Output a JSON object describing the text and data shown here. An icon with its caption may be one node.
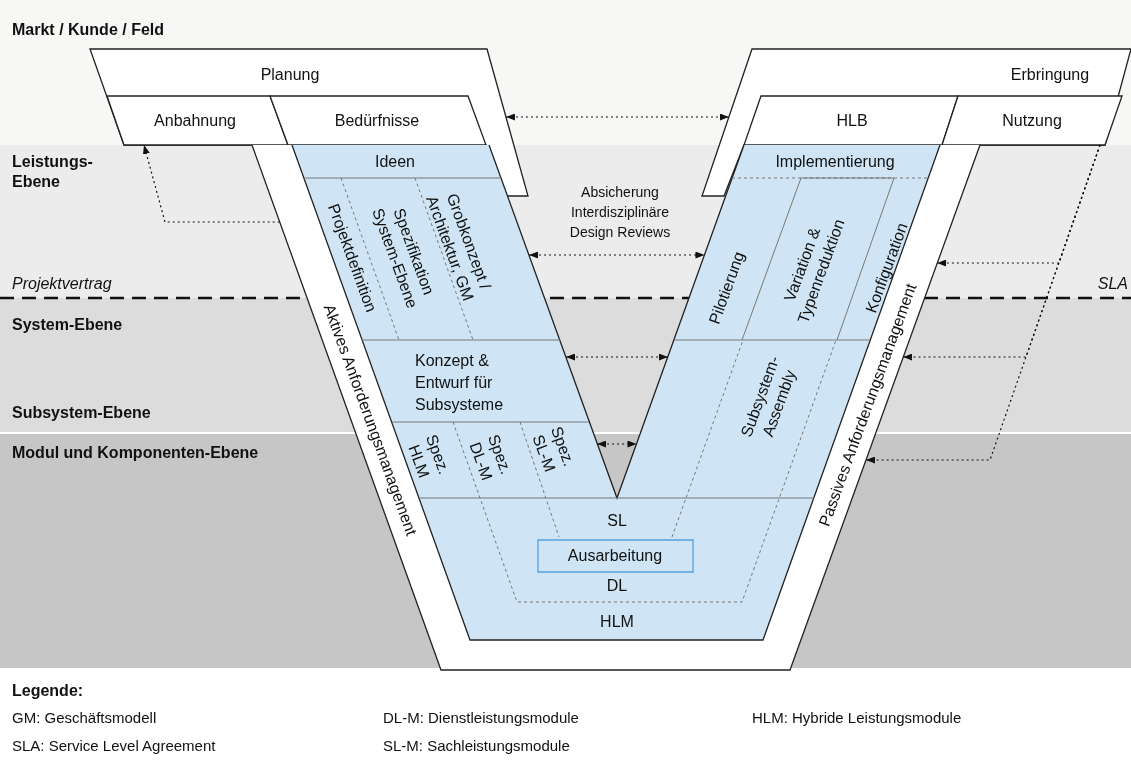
{
  "diagram": {
    "nodes": [
      {
        "text": [
          "Planung"
        ]
      },
      {
        "text": [
          "Anbahnung"
        ],
        "in": 0
      },
      {
        "text": [
          "Bedürfnisse"
        ],
        "in": 0
      },
      {
        "text": [
          "Erbringung"
        ]
      },
      {
        "text": [
          "HLB"
        ],
        "in": 3
      },
      {
        "text": [
          "Nutzung"
        ],
        "in": 3
      },
      {
        "text": [
          "Ideen"
        ]
      },
      {
        "text": [
          "Projektdefinition"
        ]
      },
      {
        "text": [
          "Spezifikation System-Ebene"
        ]
      },
      {
        "text": [
          "Grobkonzept / Architektur, GM"
        ]
      },
      {
        "text": [
          "Konzept & Entwurf für Subsysteme"
        ]
      },
      {
        "text": [
          "Spez. HLM"
        ]
      },
      {
        "text": [
          "Spez. DL-M"
        ]
      },
      {
        "text": [
          "Spez. SL-M"
        ]
      },
      {
        "text": [
          "Aktives Anforderungsmanagement"
        ]
      },
      {
        "text": [
          "Implementierung"
        ]
      },
      {
        "text": [
          "Pilotierung"
        ]
      },
      {
        "text": [
          "Variation & Typenreduktion"
        ]
      },
      {
        "text": [
          "Konfiguration"
        ]
      },
      {
        "text": [
          "Subsystem-Assembly"
        ]
      },
      {
        "text": [
          "Passives Anforderungsmanagement"
        ]
      },
      {
        "text": [
          "Ausarbeitung"
        ]
      }
    ],
    "edges": [
      {
        "from": 0,
        "to": 3,
        "arrow": "both"
      },
      {
        "from": 9,
        "to": 16,
        "arrow": "both",
        "label": "Absicherung Interdisziplinäre Design Reviews"
      },
      {
        "from": 10,
        "to": 19,
        "arrow": "both"
      },
      {
        "from": 13,
        "to": 19,
        "arrow": "both"
      },
      {
        "from": 14,
        "to": 1,
        "arrow": "to"
      },
      {
        "from": 5,
        "to": 20,
        "arrow": "to"
      },
      {
        "from": 5,
        "to": 20,
        "arrow": "to"
      },
      {
        "from": 5,
        "to": 20,
        "arrow": "to"
      }
    ],
    "labels": [
      "Markt / Kunde / Feld",
      "Leistungs-Ebene",
      "Projektvertrag",
      "SLA",
      "System-Ebene",
      "Subsystem-Ebene",
      "Modul und Komponenten-Ebene",
      "SL",
      "DL",
      "HLM",
      "Legende:",
      "GM: Geschäftsmodell",
      "DL-M: Dienstleistungsmodule",
      "HLM: Hybride Leistungsmodule",
      "SLA: Service Level Agreement",
      "SL-M: Sachleistungsmodule"
    ]
  }
}
